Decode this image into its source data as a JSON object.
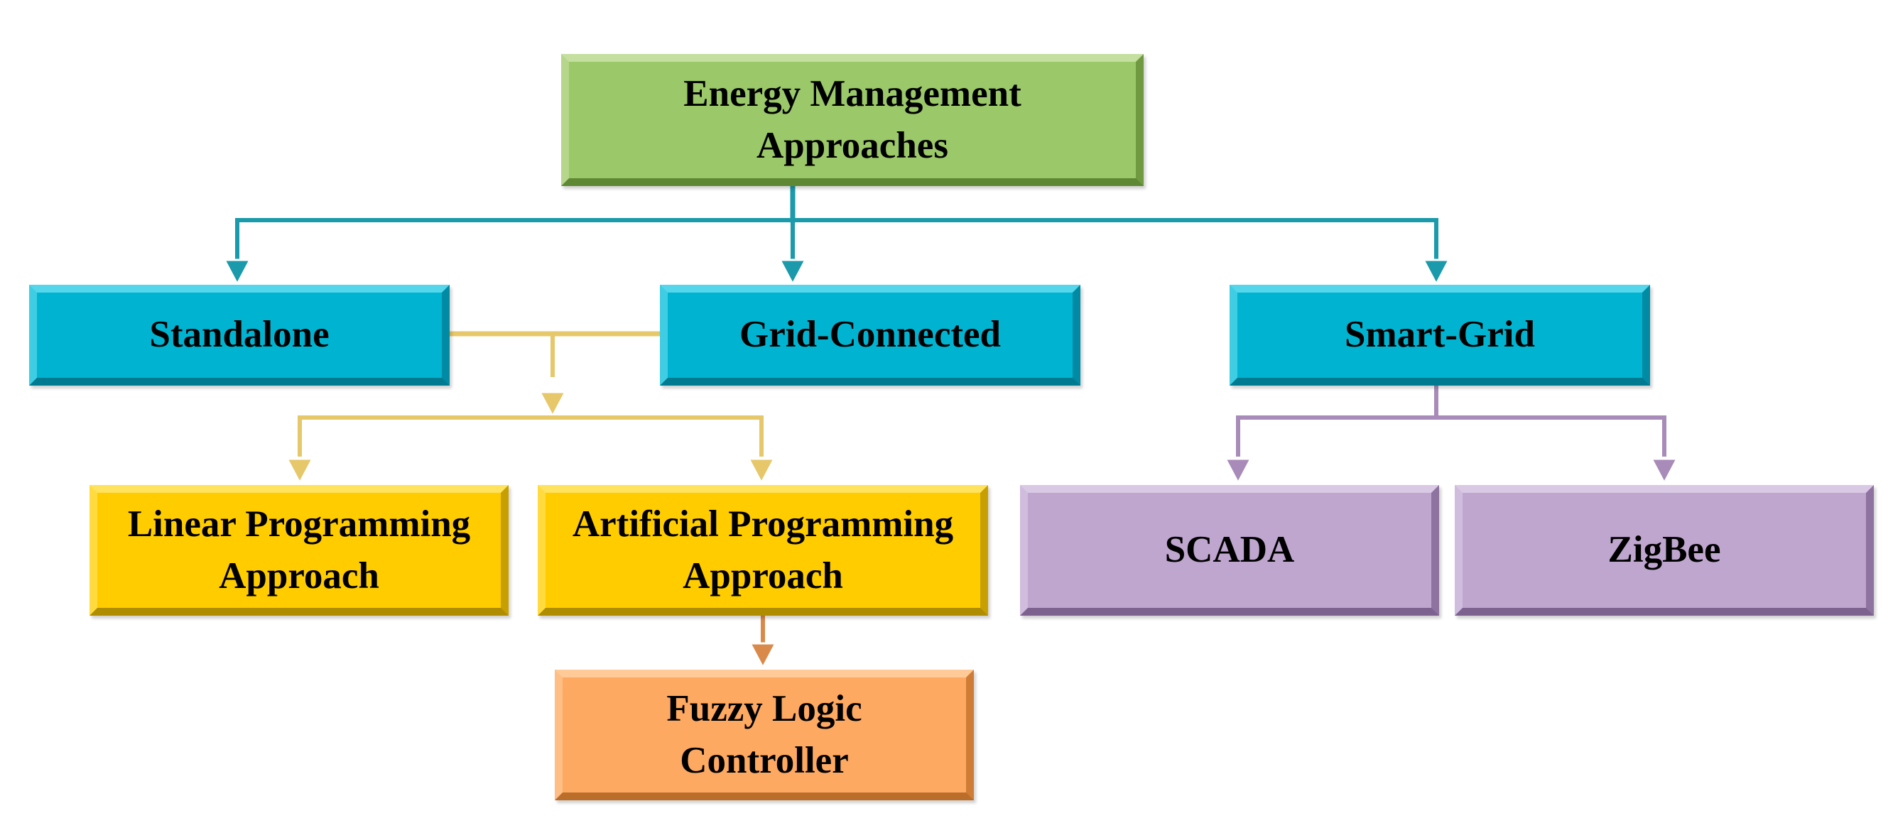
{
  "nodes": {
    "root": "Energy Management\nApproaches",
    "standalone": "Standalone",
    "grid_connected": "Grid-Connected",
    "smart_grid": "Smart-Grid",
    "linear_programming": "Linear Programming\nApproach",
    "artificial_programming": "Artificial Programming\nApproach",
    "scada": "SCADA",
    "zigbee": "ZigBee",
    "fuzzy_logic": "Fuzzy Logic\nController"
  },
  "colors": {
    "root": "#9bc868",
    "level1": "#00b4d1",
    "programming": "#ffcc00",
    "smart_grid_children": "#bfa6cf",
    "fuzzy": "#fea962",
    "connector_teal": "#1a9aaa",
    "connector_gold": "#e6c76a",
    "connector_purple": "#a88bb8",
    "connector_orange": "#d98a4a"
  },
  "edges": [
    [
      "root",
      "standalone"
    ],
    [
      "root",
      "grid_connected"
    ],
    [
      "root",
      "smart_grid"
    ],
    [
      "standalone",
      "linear_programming"
    ],
    [
      "standalone",
      "artificial_programming"
    ],
    [
      "grid_connected",
      "linear_programming"
    ],
    [
      "grid_connected",
      "artificial_programming"
    ],
    [
      "smart_grid",
      "scada"
    ],
    [
      "smart_grid",
      "zigbee"
    ],
    [
      "artificial_programming",
      "fuzzy_logic"
    ]
  ]
}
